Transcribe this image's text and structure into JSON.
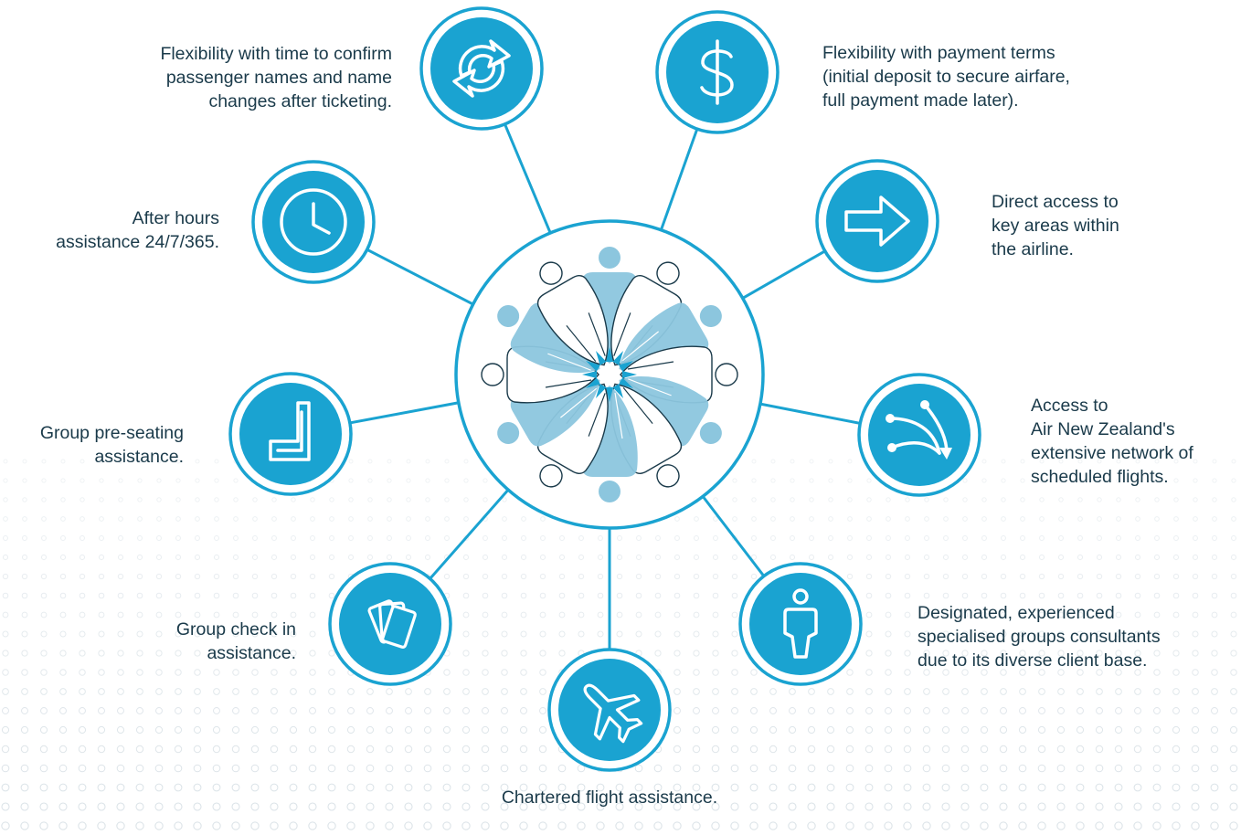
{
  "colors": {
    "primary": "#1aa3d1",
    "ring_border": "#1aa3d1",
    "connector": "#1aa3d1",
    "people_light": "#8cc6de",
    "text": "#1a3a4a",
    "dots": "#d4dde3"
  },
  "center": {
    "icon": "group-of-people-icon"
  },
  "nodes": [
    {
      "id": "name-changes",
      "icon": "refresh-arrows-icon",
      "lines": [
        "Flexibility with time to confirm",
        "passenger names and name",
        "changes after ticketing."
      ]
    },
    {
      "id": "payment-terms",
      "icon": "dollar-sign-icon",
      "lines": [
        "Flexibility with payment terms",
        "(initial deposit to secure airfare,",
        "full payment made later)."
      ]
    },
    {
      "id": "direct-access",
      "icon": "arrow-right-icon",
      "lines": [
        "Direct access to",
        "key areas within",
        "the airline."
      ]
    },
    {
      "id": "network",
      "icon": "flight-network-icon",
      "lines": [
        "Access to",
        "Air New Zealand's",
        "extensive network of",
        "scheduled flights."
      ]
    },
    {
      "id": "consultants",
      "icon": "person-icon",
      "lines": [
        "Designated, experienced",
        "specialised groups consultants",
        "due to its diverse client base."
      ]
    },
    {
      "id": "charter",
      "icon": "airplane-icon",
      "lines": [
        "Chartered flight assistance."
      ]
    },
    {
      "id": "check-in",
      "icon": "cards-icon",
      "lines": [
        "Group check in",
        "assistance."
      ]
    },
    {
      "id": "pre-seating",
      "icon": "seat-icon",
      "lines": [
        "Group pre-seating",
        "assistance."
      ]
    },
    {
      "id": "after-hours",
      "icon": "clock-icon",
      "lines": [
        "After hours",
        "assistance 24/7/365."
      ]
    }
  ]
}
